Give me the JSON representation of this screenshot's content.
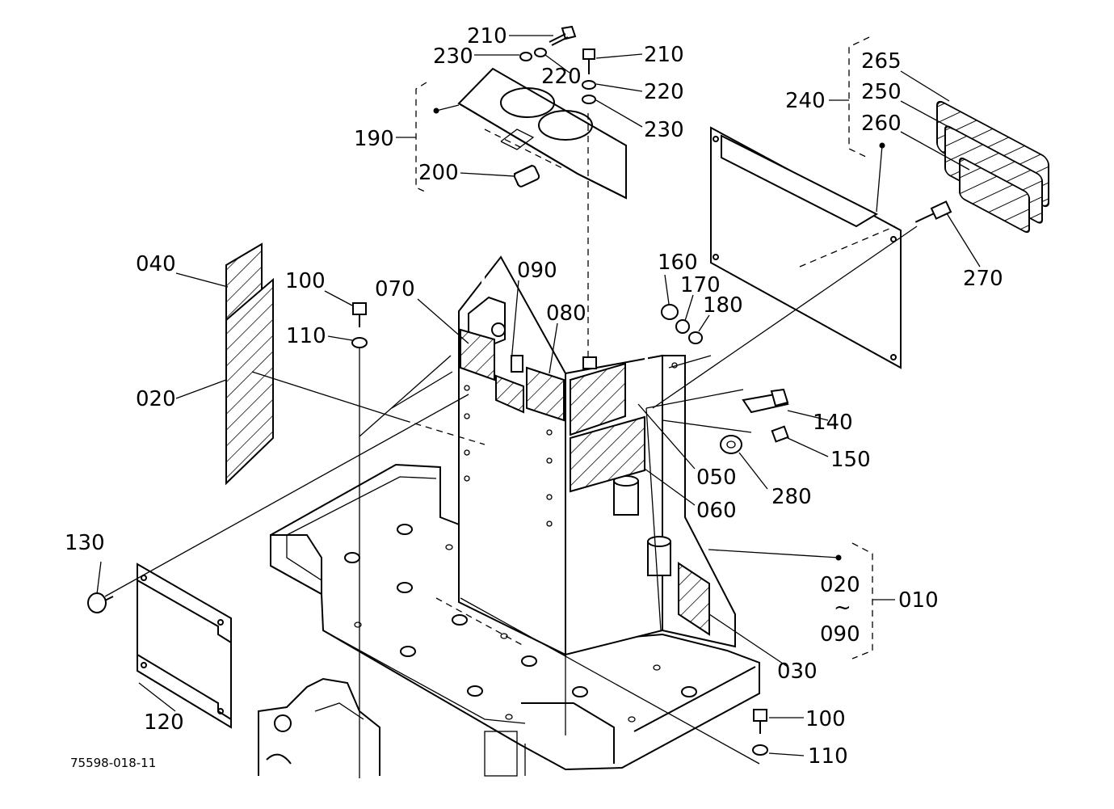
{
  "labels": {
    "p210a": "210",
    "p230a": "230",
    "p220a": "220",
    "p210b": "210",
    "p220b": "220",
    "p230b": "230",
    "p190": "190",
    "p200": "200",
    "p240": "240",
    "p265": "265",
    "p250": "250",
    "p260": "260",
    "p270": "270",
    "p040": "040",
    "p100a": "100",
    "p070": "070",
    "p090": "090",
    "p080": "080",
    "p160": "160",
    "p170": "170",
    "p180": "180",
    "p110a": "110",
    "p020": "020",
    "p140": "140",
    "p150": "150",
    "p050": "050",
    "p280": "280",
    "p060": "060",
    "p130": "130",
    "p010": "010",
    "p020r": "020",
    "ptilde": "~",
    "p090r": "090",
    "p030": "030",
    "p120": "120",
    "p100b": "100",
    "p110b": "110"
  },
  "drawing_code": "75598-018-11",
  "colors": {
    "ink": "#000000",
    "paper": "#ffffff"
  }
}
